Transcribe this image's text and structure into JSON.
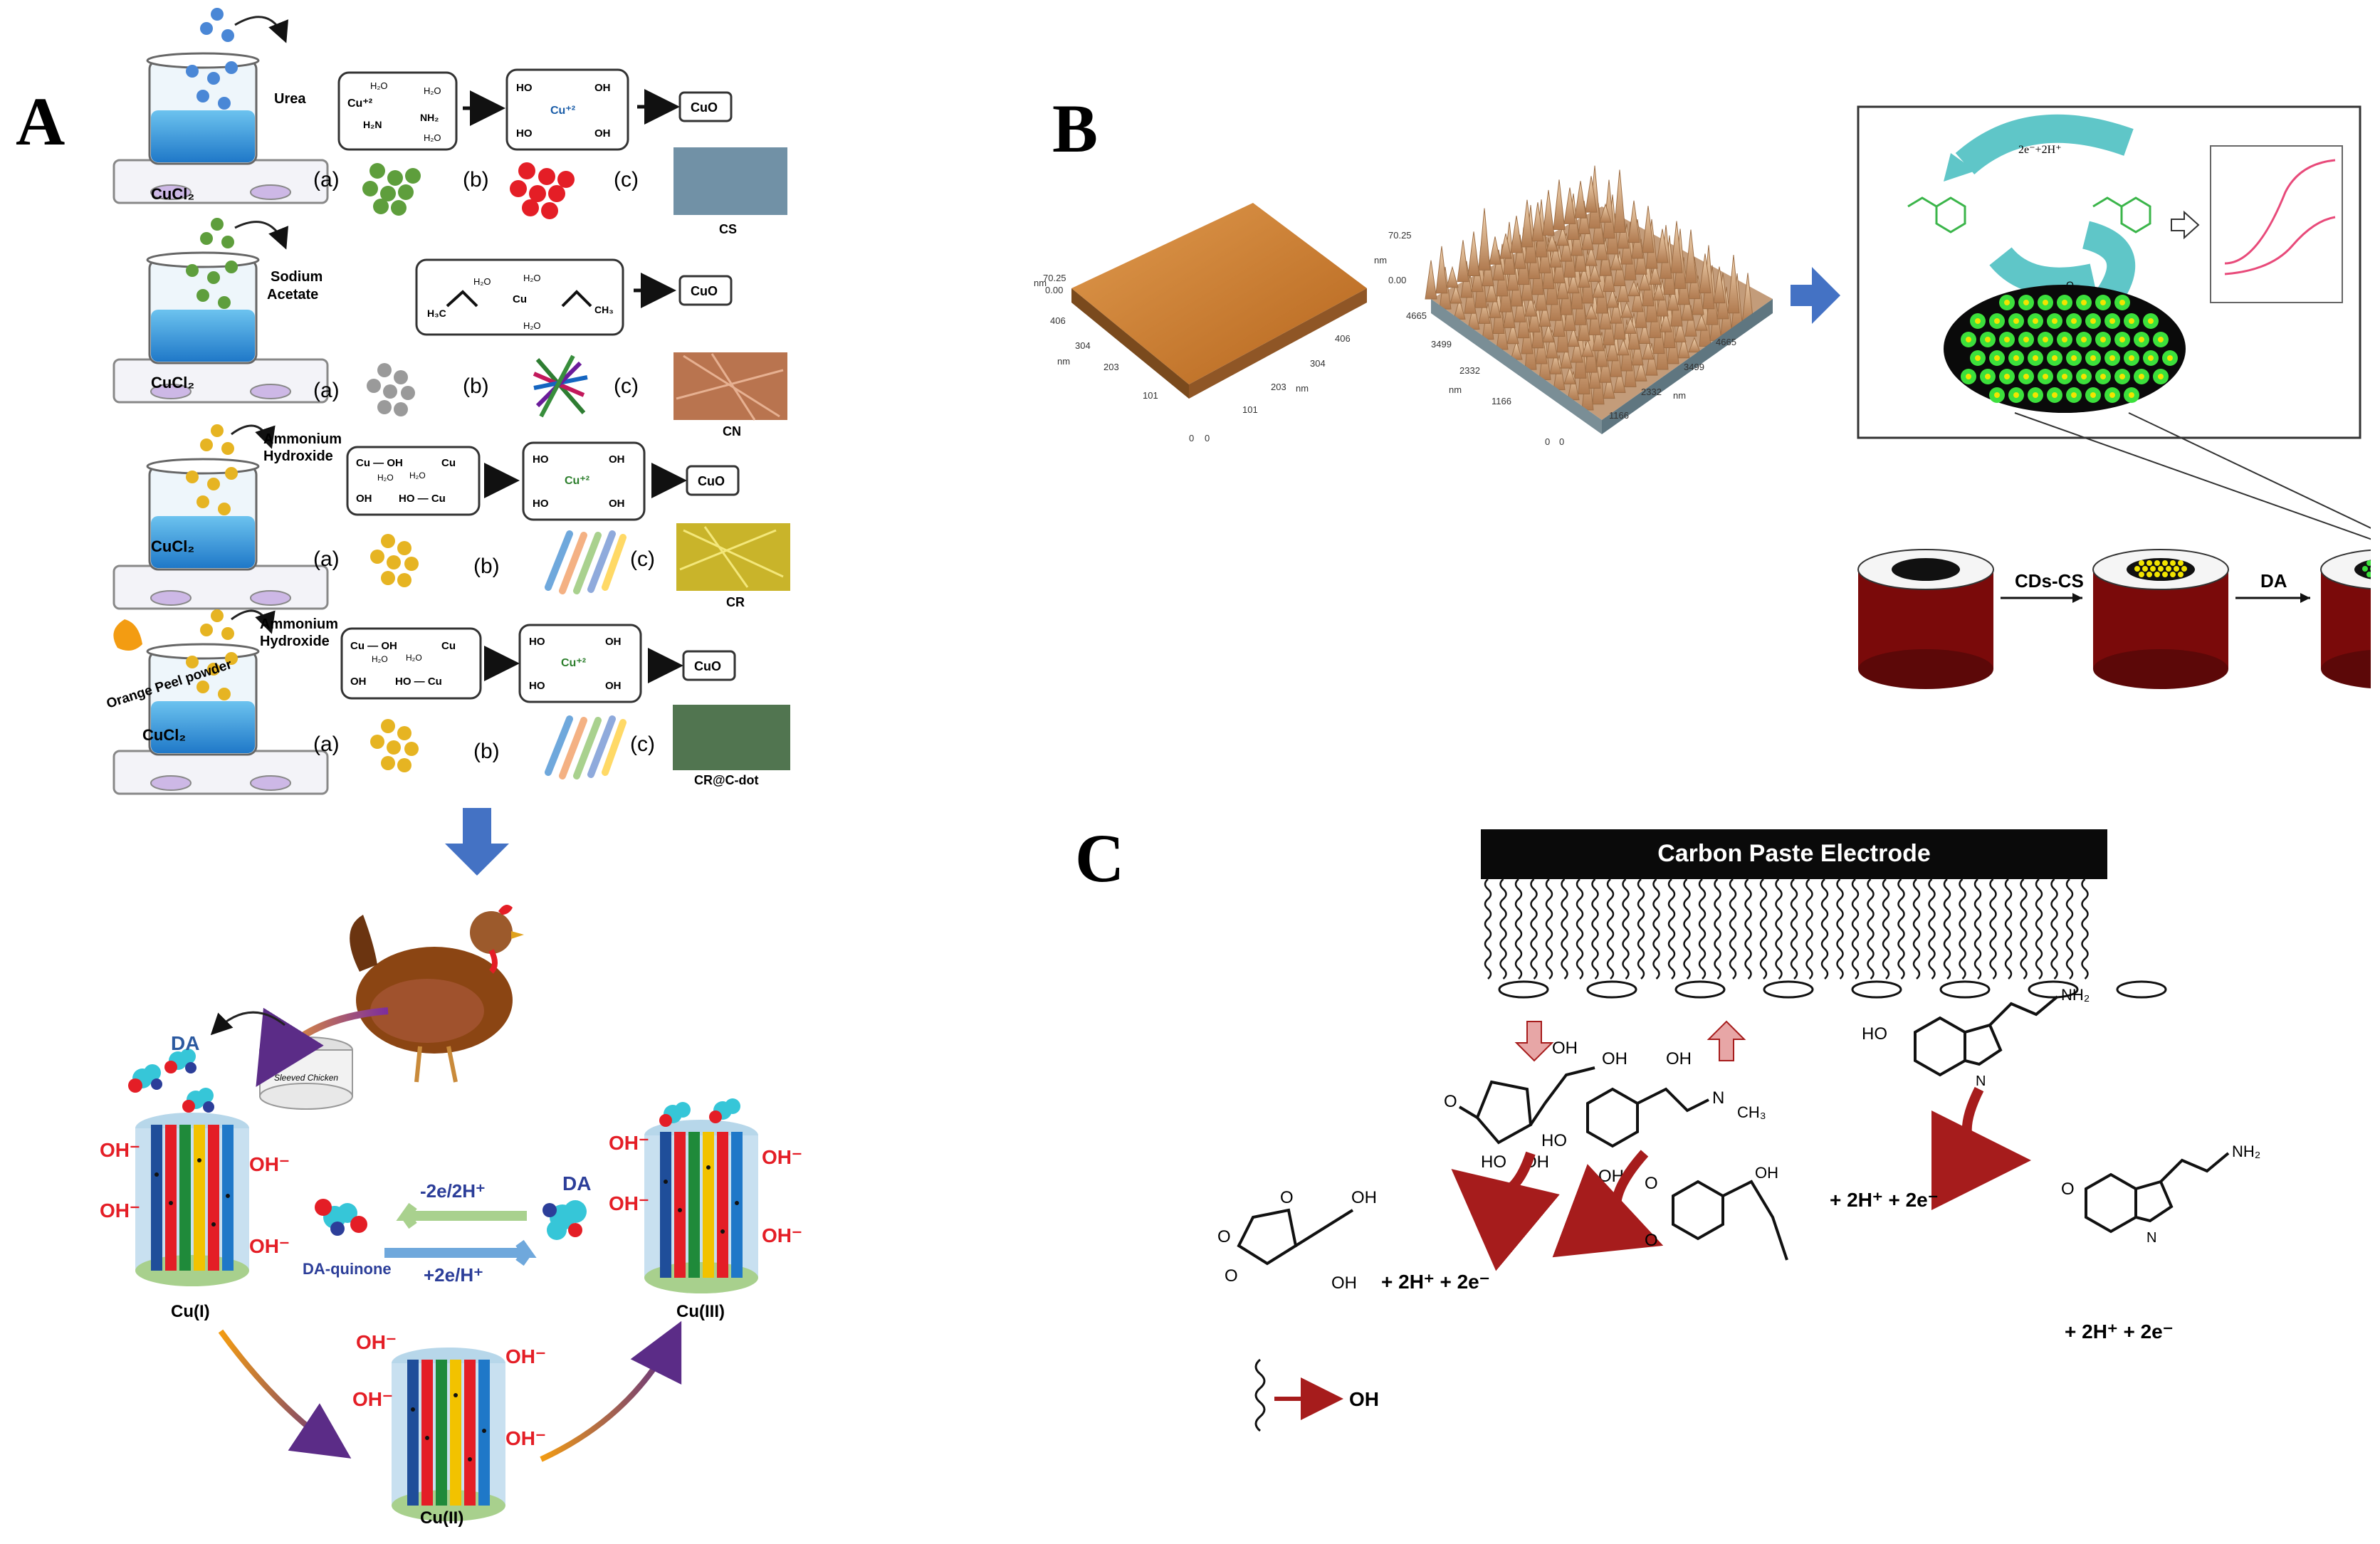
{
  "panel_labels": {
    "a": "A",
    "b": "B",
    "c": "C"
  },
  "panel_a": {
    "rows": [
      {
        "reagent_l1": "Urea",
        "reagent_l2": "",
        "reagent_l3": "",
        "precursor": "CuCl₂",
        "product": "CuO",
        "sample": "CS"
      },
      {
        "reagent_l1": "Sodium",
        "reagent_l2": "Acetate",
        "reagent_l3": "",
        "precursor": "CuCl₂",
        "product": "CuO",
        "sample": "CN"
      },
      {
        "reagent_l1": "Ammonium",
        "reagent_l2": "Hydroxide",
        "reagent_l3": "",
        "precursor": "CuCl₂",
        "product": "CuO",
        "sample": "CR"
      },
      {
        "reagent_l1": "Ammonium",
        "reagent_l2": "Hydroxide",
        "reagent_l3": "Orange Peel powder",
        "precursor": "CuCl₂",
        "product": "CuO",
        "sample": "CR@C-dot"
      }
    ],
    "step_labels": {
      "a": "(a)",
      "b": "(b)",
      "c": "(c)"
    },
    "analyte": "DA",
    "sample_label": "Sleeved Chicken",
    "oxidation": "-2e/2H⁺",
    "reduction": "+2e/H⁺",
    "quinone": "DA-quinone",
    "analyte_right": "DA",
    "states": {
      "cu1": "Cu(I)",
      "cu2": "Cu(II)",
      "cu3": "Cu(III)"
    },
    "hydroxide": "OH⁻",
    "colors": {
      "arrow_blue": "#4472C4",
      "beaker_blue": "#1F9BD7",
      "green": "#5E9E3C",
      "red": "#E41E26",
      "yellow": "#E6B422"
    }
  },
  "panel_b": {
    "afm_left_axis": [
      "70.25",
      "0.00",
      "406",
      "304",
      "203",
      "101",
      "0",
      "0",
      "101",
      "203",
      "304",
      "406"
    ],
    "afm_right_axis": [
      "70.25",
      "0.00",
      "4665",
      "3499",
      "2332",
      "1166",
      "0",
      "0",
      "1166",
      "2332",
      "3499",
      "4665"
    ],
    "unit": "nm",
    "redox_label": "2e⁻+2H⁺",
    "oxygen": "O₂",
    "modifier": "CDs-CS",
    "analyte": "DA",
    "colors": {
      "electrode_body": "#7A0A0A",
      "dot_green": "#3CE03C",
      "cycle_teal": "#5FC6C8"
    }
  },
  "panel_c": {
    "electrode_label": "Carbon Paste Electrode",
    "protons_1": "+ 2H⁺ + 2e⁻",
    "protons_2": "+ 2H⁺ + 2e⁻",
    "protons_3": "+ 2H⁺ + 2e⁻",
    "legend_oh": "OH",
    "groups": {
      "oh": "OH",
      "ho": "HO",
      "o": "O",
      "nh2": "NH₂",
      "ch3": "CH₃",
      "n": "N"
    }
  }
}
